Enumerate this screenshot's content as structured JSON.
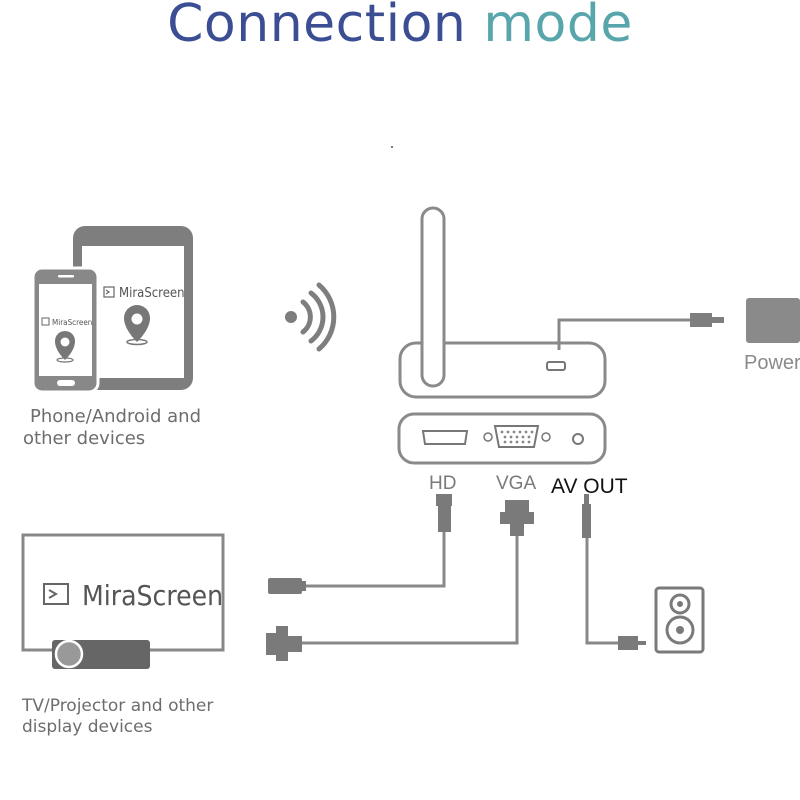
{
  "title": {
    "word1": "Connection",
    "word2": "mode"
  },
  "mobile_label": [
    "Phone/Android and",
    "other devices"
  ],
  "display_label": [
    "TV/Projector and other",
    "display devices"
  ],
  "screen_app_name": "MiraScreen",
  "ports": {
    "hd": "HD",
    "vga": "VGA",
    "av": "AV OUT"
  },
  "power_label": "Power",
  "icons": [
    "wifi-signal-icon",
    "location-pin-icon",
    "cast-icon",
    "speaker-icon",
    "power-adapter-icon",
    "projector-icon"
  ]
}
